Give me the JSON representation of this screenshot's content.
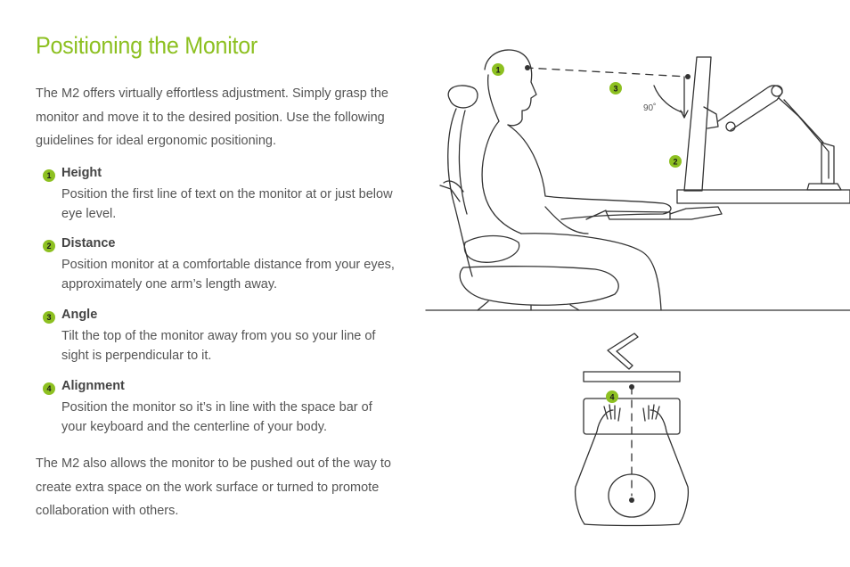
{
  "page": {
    "title": "Positioning the Monitor",
    "intro": "The M2 offers virtually effortless adjustment. Simply grasp the monitor and move it to the desired position. Use the following guidelines for ideal ergonomic positioning.",
    "outro": "The M2 also allows the monitor to be pushed out of the way to create extra space on the work surface or turned to promote collaboration with others."
  },
  "guidelines": [
    {
      "number": "1",
      "heading": "Height",
      "text": "Position the first line of text on the monitor at or just below eye level."
    },
    {
      "number": "2",
      "heading": "Distance",
      "text": "Position monitor at a comfortable distance from your eyes, approximately one arm’s length away."
    },
    {
      "number": "3",
      "heading": "Angle",
      "text": "Tilt the top of the monitor away from you so your line of sight is perpendicular to it."
    },
    {
      "number": "4",
      "heading": "Alignment",
      "text": "Position the monitor so it’s in line with the space bar of your keyboard and the centerline of your body."
    }
  ],
  "illustration": {
    "angle_label": "90˚",
    "markers": [
      "1",
      "2",
      "3",
      "4"
    ]
  },
  "colors": {
    "accent": "#8dc021",
    "text": "#555555",
    "line": "#333333"
  }
}
